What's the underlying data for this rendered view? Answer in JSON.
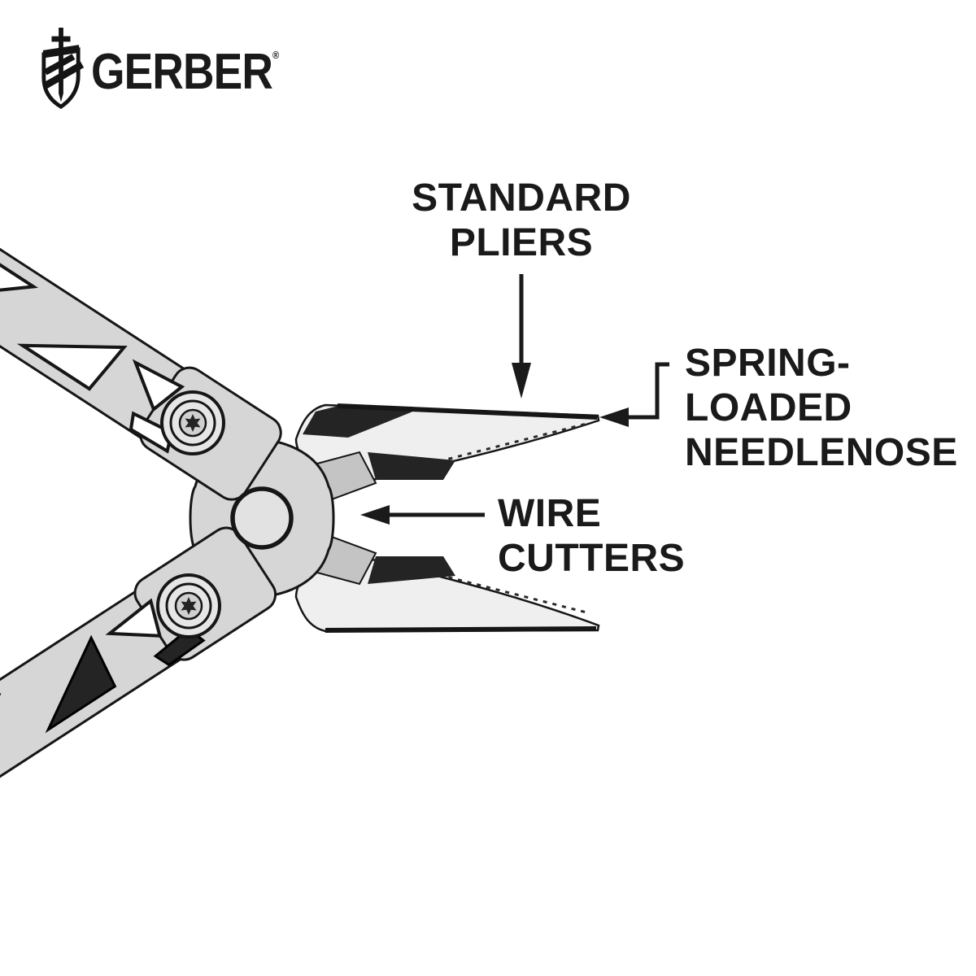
{
  "logo": {
    "brand": "GERBER",
    "registered_mark": "®",
    "icon": "gerber-sword-shield-logo"
  },
  "callouts": {
    "standard_pliers": {
      "lines": [
        "STANDARD",
        "PLIERS"
      ],
      "arrow": "down-arrow"
    },
    "spring_loaded_needlenose": {
      "lines": [
        "SPRING-",
        "LOADED",
        "NEEDLENOSE"
      ],
      "arrow": "left-bracket-arrow"
    },
    "wire_cutters": {
      "lines": [
        "WIRE",
        "CUTTERS"
      ],
      "arrow": "left-arrow"
    }
  },
  "illustration": {
    "subject": "open spring-loaded needlenose multi-tool pliers",
    "style": "grayscale product photo"
  },
  "colors": {
    "background": "#ffffff",
    "text": "#1a1a1a",
    "outline": "#161616",
    "metal_light": "#efefef",
    "metal_mid": "#d6d6d6",
    "metal_dark": "#242424"
  }
}
